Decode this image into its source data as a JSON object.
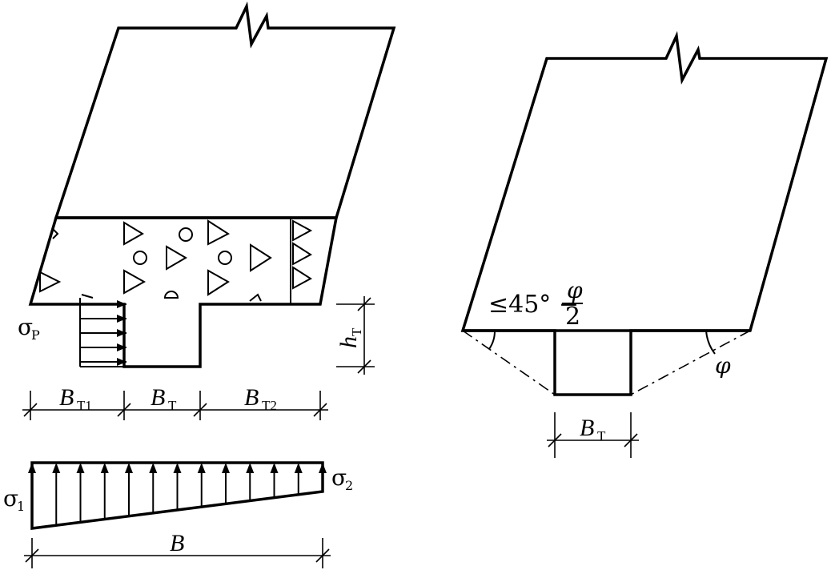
{
  "left_figure": {
    "labels": {
      "sigma_p": "σ",
      "sigma_p_sub": "P",
      "h_t": "h",
      "h_t_sub": "T",
      "b_t1": "B",
      "b_t1_sub": "T1",
      "b_t": "B",
      "b_t_sub": "T",
      "b_t2": "B",
      "b_t2_sub": "T2",
      "sigma_1": "σ",
      "sigma_1_sub": "1",
      "sigma_2": "σ",
      "sigma_2_sub": "2",
      "b": "B"
    }
  },
  "right_figure": {
    "labels": {
      "angle_limit": "≤45° −",
      "phi_numerator": "φ",
      "phi_denominator": "2",
      "phi": "φ",
      "b_t": "B",
      "b_t_sub": "T"
    }
  }
}
